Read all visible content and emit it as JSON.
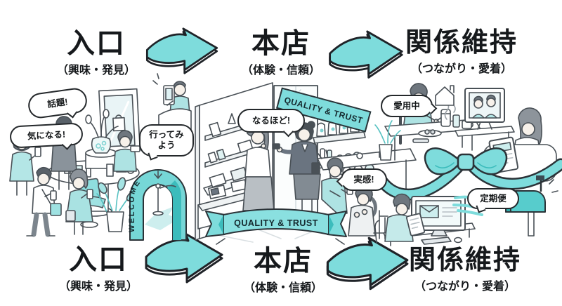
{
  "colors": {
    "teal": "#7edcdc",
    "teal_deep": "#3cbcbc",
    "ink": "#1b1f23"
  },
  "stages_top": [
    {
      "title": "入口",
      "subtitle": "（興味・発見）"
    },
    {
      "title": "本店",
      "subtitle": "（体験・信頼）"
    },
    {
      "title": "関係維持",
      "subtitle": "（つながり・愛着）"
    }
  ],
  "stages_bottom": [
    {
      "title": "入口",
      "subtitle": "（興味・発見）"
    },
    {
      "title": "本店",
      "subtitle": "（体験・信頼）"
    },
    {
      "title": "関係維持",
      "subtitle": "（つながり・愛着）"
    }
  ],
  "entrance_scene": {
    "bubble_topic": "話題!",
    "bubble_curious": "気になる!",
    "bubble_lets_go": "行ってみよう",
    "arch_label": "WELCOME"
  },
  "store_scene": {
    "banner_label": "QUALITY & TRUST",
    "ribbon_label": "QUALITY & TRUST",
    "bubble_i_see": "なるほど!",
    "bubble_real_feel": "実感!"
  },
  "relationship_scene": {
    "bubble_in_use": "愛用中",
    "bubble_subscription": "定期便"
  }
}
